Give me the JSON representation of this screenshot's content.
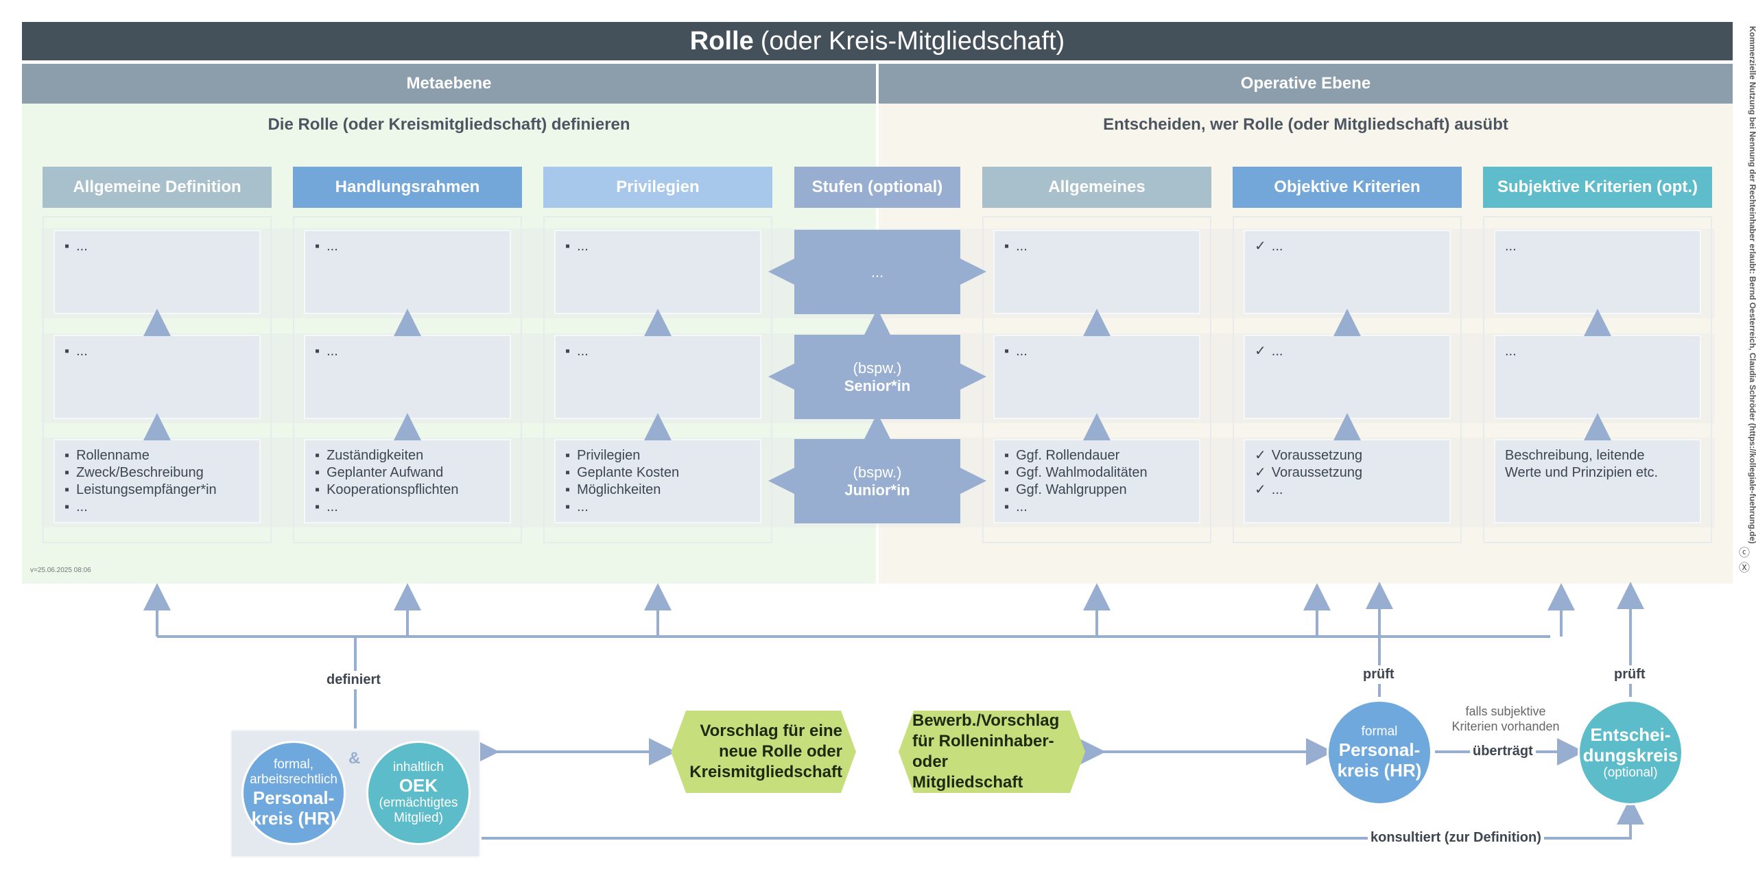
{
  "header": {
    "title_bold": "Rolle",
    "title_rest": "(oder Kreis-Mitgliedschaft)",
    "meta_level": "Metaebene",
    "operative_level": "Operative Ebene",
    "meta_subtitle": "Die Rolle (oder Kreismitgliedschaft) definieren",
    "operative_subtitle": "Entscheiden, wer Rolle (oder Mitgliedschaft) ausübt"
  },
  "columns": [
    {
      "title": "Allgemeine Definition",
      "color": "#a8bfcc",
      "rows": [
        {
          "marker": "bullet",
          "lines": [
            "..."
          ]
        },
        {
          "marker": "bullet",
          "lines": [
            "..."
          ]
        },
        {
          "marker": "bullet",
          "lines": [
            "Rollenname",
            "Zweck/Beschreibung",
            "Leistungsempfänger*in",
            "..."
          ]
        }
      ]
    },
    {
      "title": "Handlungsrahmen",
      "color": "#73a7d9",
      "rows": [
        {
          "marker": "bullet",
          "lines": [
            "..."
          ]
        },
        {
          "marker": "bullet",
          "lines": [
            "..."
          ]
        },
        {
          "marker": "bullet",
          "lines": [
            "Zuständigkeiten",
            "Geplanter Aufwand",
            "Kooperationspflichten",
            "..."
          ]
        }
      ]
    },
    {
      "title": "Privilegien",
      "color": "#a7c8ea",
      "rows": [
        {
          "marker": "bullet",
          "lines": [
            "..."
          ]
        },
        {
          "marker": "bullet",
          "lines": [
            "..."
          ]
        },
        {
          "marker": "bullet",
          "lines": [
            "Privilegien",
            "Geplante Kosten",
            "Möglichkeiten",
            "..."
          ]
        }
      ]
    },
    {
      "title": "Allgemeines",
      "color": "#a8bfcc",
      "rows": [
        {
          "marker": "bullet",
          "lines": [
            "..."
          ]
        },
        {
          "marker": "bullet",
          "lines": [
            "..."
          ]
        },
        {
          "marker": "bullet",
          "lines": [
            "Ggf. Rollendauer",
            "Ggf. Wahlmodalitäten",
            "Ggf. Wahlgruppen",
            "..."
          ]
        }
      ]
    },
    {
      "title": "Objektive Kriterien",
      "color": "#73a7d9",
      "rows": [
        {
          "marker": "check",
          "lines": [
            "..."
          ]
        },
        {
          "marker": "check",
          "lines": [
            "..."
          ]
        },
        {
          "marker": "check",
          "lines": [
            "Voraussetzung",
            "Voraussetzung",
            "..."
          ]
        }
      ]
    },
    {
      "title": "Subjektive Kriterien (opt.)",
      "color": "#5fbccb",
      "rows": [
        {
          "marker": "none",
          "lines": [
            "..."
          ]
        },
        {
          "marker": "none",
          "lines": [
            "..."
          ]
        },
        {
          "marker": "none",
          "lines": [
            "Beschreibung, leitende",
            "Werte und Prinzipien etc."
          ]
        }
      ]
    }
  ],
  "stages": {
    "title": "Stufen (optional)",
    "color": "#97aed0",
    "items": [
      {
        "line1": "...",
        "line2": ""
      },
      {
        "line1": "(bspw.)",
        "line2": "Senior*in"
      },
      {
        "line1": "(bspw.)",
        "line2": "Junior*in"
      }
    ]
  },
  "version": "v=25.06.2025 08:06",
  "bottom": {
    "definiert": "definiert",
    "prueft": "prüft",
    "uebertraegt": "überträgt",
    "falls": [
      "falls subjektive",
      "Kriterien vorhanden"
    ],
    "konsultiert": "konsultiert (zur Definition)",
    "ampersand": "&",
    "personalkreis_left": {
      "small": [
        "formal,",
        "arbeitsrechtlich"
      ],
      "big": [
        "Personal-",
        "kreis (HR)"
      ]
    },
    "oek": {
      "small_top": "inhaltlich",
      "big": "OEK",
      "small": [
        "(ermächtigtes",
        "Mitglied)"
      ]
    },
    "proposal": [
      "Vorschlag für eine",
      "neue Rolle oder",
      "Kreismitgliedschaft"
    ],
    "application": [
      "Bewerb./Vorschlag",
      "für Rolleninhaber-",
      "oder Mitgliedschaft"
    ],
    "personalkreis_right": {
      "small": "formal",
      "big": [
        "Personal-",
        "kreis (HR)"
      ]
    },
    "entscheidungskreis": {
      "big": [
        "Entschei-",
        "dungskreis"
      ],
      "small": "(optional)"
    }
  },
  "side_note": "Kommerzielle Nutzung bei Nennung der Rechteinhaber erlaubt: Bernd Oesterreich, Claudia Schröder (https://kollegiale-fuehrung.de)",
  "colors": {
    "title_bg": "#44505a",
    "level_bg": "#8c9eab",
    "meta_zone": "#edf7ea",
    "operative_zone": "#f8f6ec",
    "cell_bg": "#e4e9f0",
    "arrow": "#97aed0",
    "hr_circle": "#6fa8dc",
    "teal_circle": "#5cbcca",
    "proposal": "#c6de7c"
  }
}
